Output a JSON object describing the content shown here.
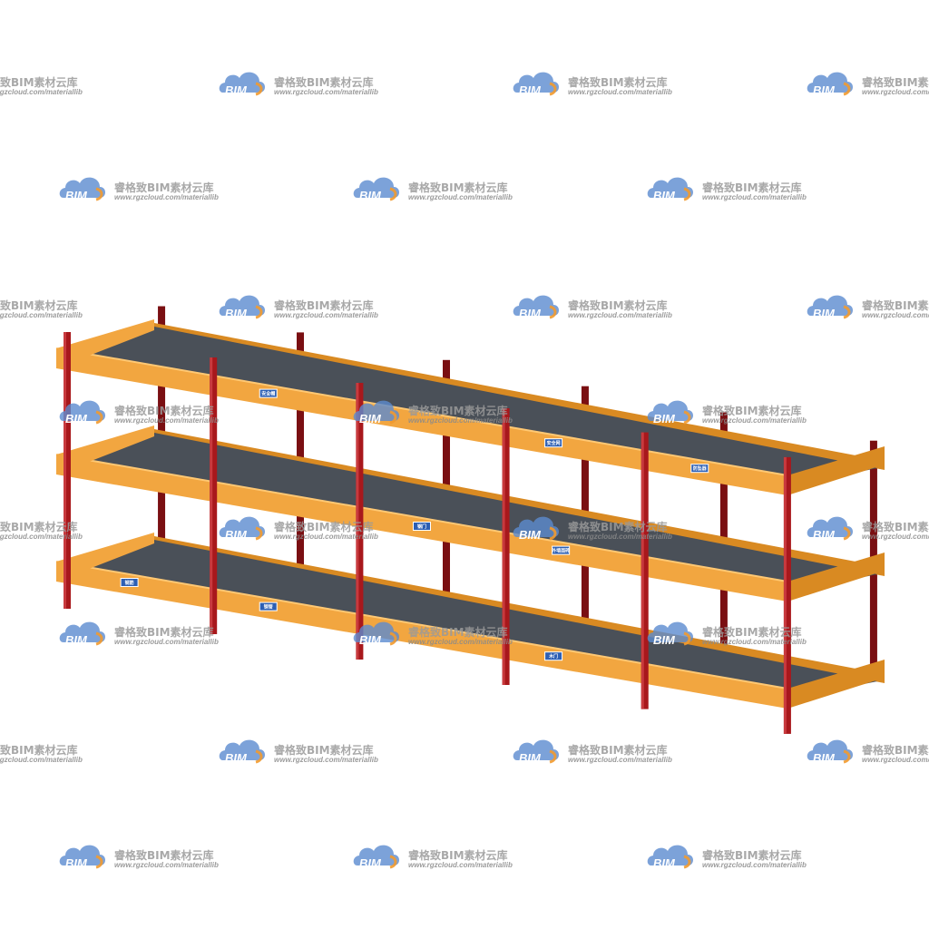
{
  "watermark": {
    "logo_text": "BIM",
    "title": "睿格致BIM素材云库",
    "url": "www.rgzcloud.com/materiallib",
    "colors": {
      "cloud": "#5b8bd0",
      "accent": "#f29a2e"
    }
  },
  "shelf": {
    "colors": {
      "beam": "#f2a640",
      "beam_dark": "#d98a22",
      "post": "#a8181c",
      "post_dark": "#7a0f12",
      "deck": "#4a5058",
      "tag_bg": "#2d5fb3"
    },
    "tags": [
      {
        "text": "安全帽"
      },
      {
        "text": "安全网"
      },
      {
        "text": "防坠器"
      },
      {
        "text": "钢门"
      },
      {
        "text": "外墙面砖"
      },
      {
        "text": "钢筋"
      },
      {
        "text": "钢管"
      },
      {
        "text": "木门"
      }
    ]
  }
}
